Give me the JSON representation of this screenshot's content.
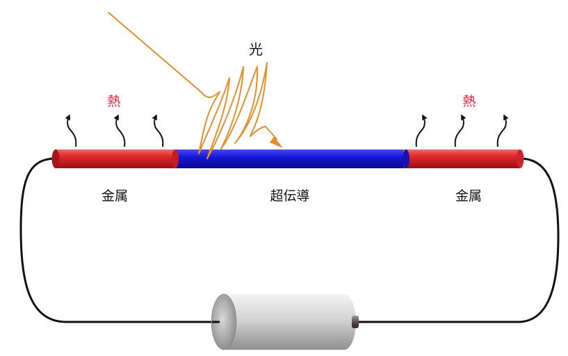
{
  "labels": {
    "light": "光",
    "heat_left": "熱",
    "heat_right": "熱",
    "metal_left": "金属",
    "superconductor": "超伝導",
    "metal_right": "金属"
  },
  "colors": {
    "metal": "#d21f2b",
    "superconductor": "#1a1ad2",
    "light_wave": "#e0902e",
    "heat_text": "#e0203c",
    "wire": "#111111",
    "battery": "#c9c9c9"
  }
}
